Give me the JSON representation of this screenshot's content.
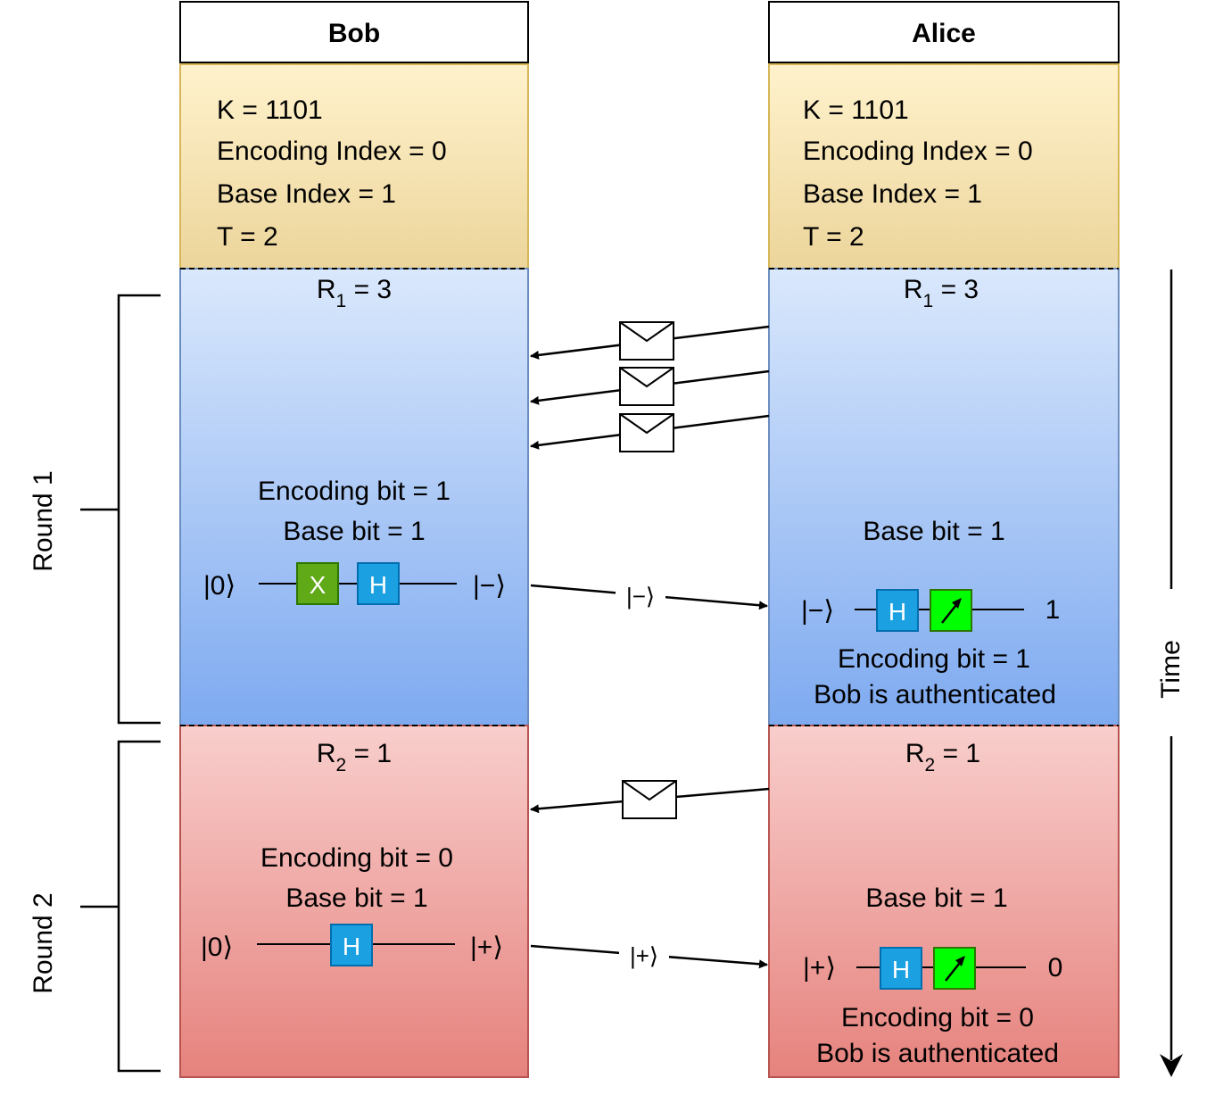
{
  "columns": {
    "bob": {
      "header": "Bob",
      "setup": [
        "K = 1101",
        "Encoding Index = 0",
        "Base Index = 1",
        "T = 2"
      ]
    },
    "alice": {
      "header": "Alice",
      "setup": [
        "K = 1101",
        "Encoding Index = 0",
        "Base Index = 1",
        "T = 2"
      ]
    }
  },
  "rounds": [
    {
      "label": "Round 1",
      "r_main": "R",
      "r_sub": "1",
      "r_value": " = 3",
      "bob": {
        "encoding_bit": "Encoding bit = 1",
        "base_bit": "Base bit = 1",
        "input_state": "|0⟩",
        "gate_x": "X",
        "gate_h": "H",
        "output_state": "|−⟩"
      },
      "message_label": "|−⟩",
      "alice": {
        "base_bit": "Base bit = 1",
        "input_state": "|−⟩",
        "gate_h": "H",
        "result": "1",
        "encoding_bit": "Encoding bit = 1",
        "status": "Bob is authenticated"
      }
    },
    {
      "label": "Round 2",
      "r_main": "R",
      "r_sub": "2",
      "r_value": " = 1",
      "bob": {
        "encoding_bit": "Encoding bit = 0",
        "base_bit": "Base bit = 1",
        "input_state": "|0⟩",
        "gate_h": "H",
        "output_state": "|+⟩"
      },
      "message_label": "|+⟩",
      "alice": {
        "base_bit": "Base bit = 1",
        "input_state": "|+⟩",
        "gate_h": "H",
        "result": "0",
        "encoding_bit": "Encoding bit = 0",
        "status": "Bob is authenticated"
      }
    }
  ],
  "time_label": "Time",
  "colors": {
    "setup_top": "#fff2cc",
    "setup_bottom": "#ecd59b",
    "setup_border": "#d6b656",
    "round1_top": "#dae8fc",
    "round1_bottom": "#7eaaf0",
    "round1_border": "#6c8ebf",
    "round2_top": "#f8cecc",
    "round2_bottom": "#e6827d",
    "round2_border": "#b85450",
    "gate_h": "#1ba1e2",
    "gate_x": "#60a917",
    "gate_measure": "#00ff00"
  }
}
